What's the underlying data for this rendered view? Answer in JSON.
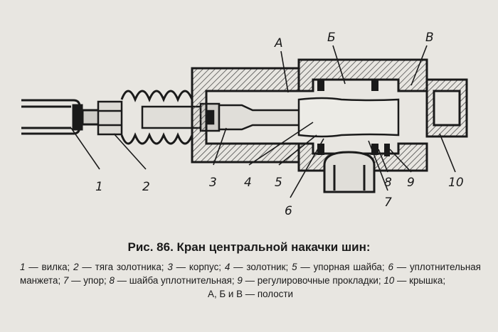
{
  "figure": {
    "caption": "Рис. 86. Кран центральной накачки шин:",
    "legend_items": [
      {
        "num": "1",
        "text": "вилка;"
      },
      {
        "num": "2",
        "text": "тяга золотника;"
      },
      {
        "num": "3",
        "text": "корпус;"
      },
      {
        "num": "4",
        "text": "золотник;"
      },
      {
        "num": "5",
        "text": "упорная шайба;"
      },
      {
        "num": "6",
        "text": "уплотнительная манжета;"
      },
      {
        "num": "7",
        "text": "упор;"
      },
      {
        "num": "8",
        "text": "шайба уплотнительная;"
      },
      {
        "num": "9",
        "text": "регулировочные прокладки;"
      },
      {
        "num": "10",
        "text": "крышка;"
      }
    ],
    "legend_tail": "А, Б и В — полости",
    "dash": "—"
  },
  "callouts": [
    {
      "id": "1",
      "text": "1"
    },
    {
      "id": "2",
      "text": "2"
    },
    {
      "id": "3",
      "text": "3"
    },
    {
      "id": "4",
      "text": "4"
    },
    {
      "id": "5",
      "text": "5"
    },
    {
      "id": "6",
      "text": "6"
    },
    {
      "id": "7",
      "text": "7"
    },
    {
      "id": "8",
      "text": "8"
    },
    {
      "id": "9",
      "text": "9"
    },
    {
      "id": "10",
      "text": "10"
    },
    {
      "id": "A",
      "text": "А"
    },
    {
      "id": "B",
      "text": "Б"
    },
    {
      "id": "V",
      "text": "В"
    }
  ],
  "colors": {
    "ink": "#1a1a1a",
    "paper": "#e8e6e1",
    "hatch": "#3a3a3a"
  }
}
